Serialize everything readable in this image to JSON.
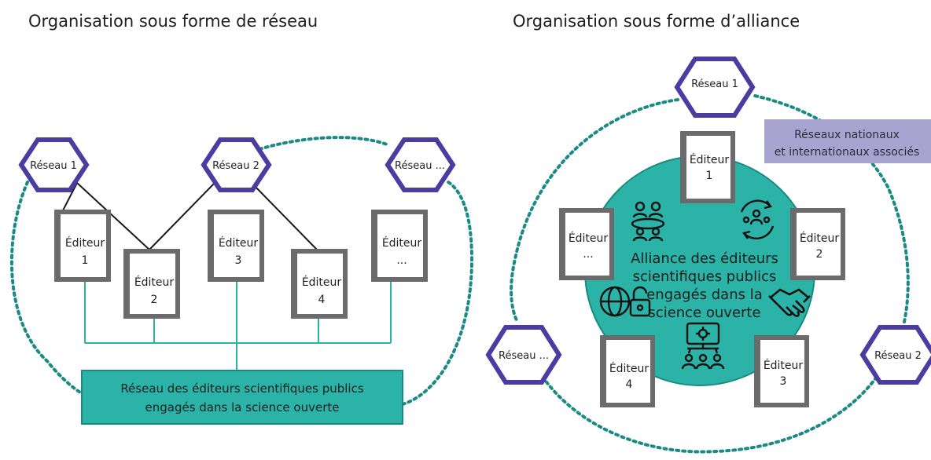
{
  "colors": {
    "hex_stroke": "#4b3da0",
    "teal": "#2bb3a7",
    "teal_dark": "#1a8a80",
    "dotted": "#1a8a84",
    "book": "#6b6b6b",
    "network_line": "#1a1a1a",
    "assoc_box": "#a8a4d0"
  },
  "left": {
    "title": "Organisation sous forme de réseau",
    "networks": [
      "Réseau 1",
      "Réseau 2",
      "Réseau ..."
    ],
    "publishers": [
      {
        "line1": "Éditeur",
        "line2": "1"
      },
      {
        "line1": "Éditeur",
        "line2": "2"
      },
      {
        "line1": "Éditeur",
        "line2": "3"
      },
      {
        "line1": "Éditeur",
        "line2": "4"
      },
      {
        "line1": "Éditeur",
        "line2": "..."
      }
    ],
    "box": {
      "line1": "Réseau des éditeurs scientifiques publics",
      "line2": "engagés dans la science ouverte"
    }
  },
  "right": {
    "title": "Organisation sous forme d’alliance",
    "networks": [
      "Réseau 1",
      "Réseau 2",
      "Réseau ..."
    ],
    "assoc": {
      "line1": "Réseaux nationaux",
      "line2": "et internationaux associés"
    },
    "center": {
      "line1": "Alliance des éditeurs",
      "line2": "scientifiques publics",
      "line3": "engagés dans la",
      "line4": "science ouverte"
    },
    "publishers": [
      {
        "line1": "Éditeur",
        "line2": "1"
      },
      {
        "line1": "Éditeur",
        "line2": "2"
      },
      {
        "line1": "Éditeur",
        "line2": "3"
      },
      {
        "line1": "Éditeur",
        "line2": "4"
      },
      {
        "line1": "Éditeur",
        "line2": "..."
      }
    ],
    "icons": [
      "meeting-icon",
      "team-cycle-icon",
      "open-access-globe-icon",
      "handshake-icon",
      "presentation-icon"
    ]
  }
}
